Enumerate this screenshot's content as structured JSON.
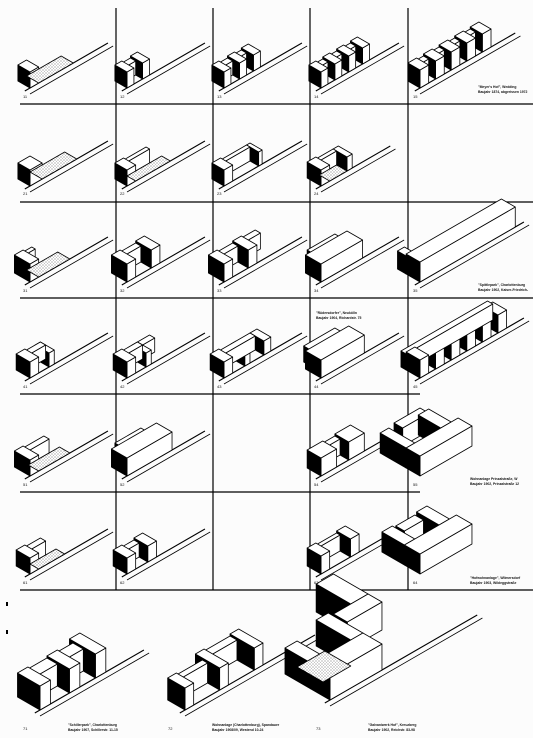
{
  "cells": [
    {
      "label": "11"
    },
    {
      "label": "12"
    },
    {
      "label": "13"
    },
    {
      "label": "14"
    },
    {
      "label": "15"
    },
    {
      "label": "21"
    },
    {
      "label": "22"
    },
    {
      "label": "23"
    },
    {
      "label": "24"
    },
    {
      "label": "31"
    },
    {
      "label": "32"
    },
    {
      "label": "33"
    },
    {
      "label": "34"
    },
    {
      "label": "35"
    },
    {
      "label": "41"
    },
    {
      "label": "42"
    },
    {
      "label": "43"
    },
    {
      "label": "44"
    },
    {
      "label": "45"
    },
    {
      "label": "51"
    },
    {
      "label": "52"
    },
    {
      "label": "54"
    },
    {
      "label": "55"
    },
    {
      "label": "61"
    },
    {
      "label": "62"
    },
    {
      "label": "63"
    },
    {
      "label": "64"
    },
    {
      "label": "71"
    },
    {
      "label": "72"
    },
    {
      "label": "73"
    }
  ],
  "captions": {
    "c15_a": "\"Meyer's Hof\", Wedding",
    "c15_b": "Baujahr 1874, abgerissen 1972",
    "c35_a": "\"Spittlepark\", Charlottenburg",
    "c35_b": "Baujahr 1902, Kaiser-Friedrich-",
    "c44_a": "\"Rüdersdorfer\", Neukölln",
    "c44_b": "Baujahr 1904, Richardstr. 75",
    "c55_a": "Wohnanlage Prinzalstraße, W",
    "c55_b": "Baujahr 1902, Prinzalstraße 12",
    "c64_a": "\"Hofwohnanlage\", Wilmersdorf",
    "c64_b": "Baujahr 1903, Wildeggstraße",
    "c71_a": "\"Schillerpark\", Charlottenburg",
    "c71_b": "Baujahr 1907, Schillerstr. 11-15",
    "c72_a": "Wohnanlage (Charlottenburg), Spandauer",
    "c72_b": "Baujahr 1908/09, Westend 10-24",
    "c73_a": "\"Galvaniwerk Hof\", Kreuzberg",
    "c73_b": "Baujahr 1902, Reichstr. 83-98"
  }
}
